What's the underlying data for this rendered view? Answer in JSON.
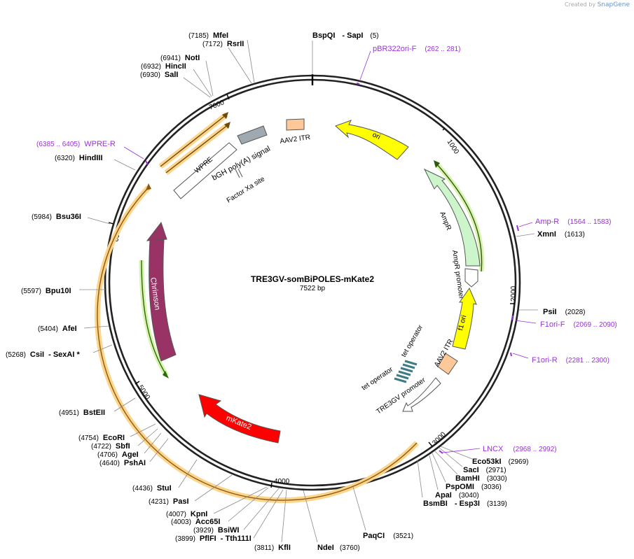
{
  "credit": {
    "created_by": "Created by",
    "brand": "SnapGene"
  },
  "map": {
    "name": "TRE3GV-somBiPOLES-mKate2",
    "length": "7522 bp"
  },
  "tick_labels": [
    "1000",
    "2000",
    "3000",
    "4000",
    "5000",
    "6000",
    "7000"
  ],
  "enzymes": [
    {
      "name": "BspQI",
      "name2": "SapI",
      "pos": "(5)"
    },
    {
      "name": "XmnI",
      "pos": "(1613)"
    },
    {
      "name": "PsiI",
      "pos": "(2028)"
    },
    {
      "name": "Eco53kI",
      "pos": "(2969)"
    },
    {
      "name": "SacI",
      "pos": "(2971)"
    },
    {
      "name": "BamHI",
      "pos": "(3030)"
    },
    {
      "name": "PspOMI",
      "pos": "(3036)"
    },
    {
      "name": "ApaI",
      "pos": "(3040)"
    },
    {
      "name": "BsmBI",
      "name2": "Esp3I",
      "pos": "(3139)"
    },
    {
      "name": "PaqCI",
      "pos": "(3521)"
    },
    {
      "name": "NdeI",
      "pos": "(3760)"
    },
    {
      "name": "KflI",
      "pos": "(3811)"
    },
    {
      "name": "PflFI",
      "name2": "Tth111I",
      "pos": "(3899)"
    },
    {
      "name": "BsiWI",
      "pos": "(3929)"
    },
    {
      "name": "Acc65I",
      "pos": "(4003)"
    },
    {
      "name": "KpnI",
      "pos": "(4007)"
    },
    {
      "name": "PasI",
      "pos": "(4231)"
    },
    {
      "name": "StuI",
      "pos": "(4436)"
    },
    {
      "name": "PshAI",
      "pos": "(4640)"
    },
    {
      "name": "AgeI",
      "pos": "(4706)"
    },
    {
      "name": "SbfI",
      "pos": "(4722)"
    },
    {
      "name": "EcoRI",
      "pos": "(4754)"
    },
    {
      "name": "BstEII",
      "pos": "(4951)"
    },
    {
      "name": "CsiI",
      "name2": "SexAI *",
      "pos": "(5268)"
    },
    {
      "name": "AfeI",
      "pos": "(5404)"
    },
    {
      "name": "Bpu10I",
      "pos": "(5597)"
    },
    {
      "name": "Bsu36I",
      "pos": "(5984)"
    },
    {
      "name": "HindIII",
      "pos": "(6320)"
    },
    {
      "name": "SalI",
      "pos": "(6930)"
    },
    {
      "name": "HincII",
      "pos": "(6932)"
    },
    {
      "name": "NotI",
      "pos": "(6941)"
    },
    {
      "name": "RsrII",
      "pos": "(7172)"
    },
    {
      "name": "MfeI",
      "pos": "(7185)"
    }
  ],
  "primers": [
    {
      "name": "pBR322ori-F",
      "range": "(262 .. 281)"
    },
    {
      "name": "Amp-R",
      "range": "(1564 .. 1583)"
    },
    {
      "name": "F1ori-F",
      "range": "(2069 .. 2090)"
    },
    {
      "name": "F1ori-R",
      "range": "(2281 .. 2300)"
    },
    {
      "name": "LNCX",
      "range": "(2968 .. 2992)"
    },
    {
      "name": "WPRE-R",
      "range": "(6385 .. 6405)"
    }
  ],
  "features": [
    {
      "name": "ori",
      "color": "#ffff00"
    },
    {
      "name": "AmpR",
      "color": "#ccf5cc"
    },
    {
      "name": "AmpR promoter",
      "color": "#ffffff"
    },
    {
      "name": "f1 ori",
      "color": "#ffff00"
    },
    {
      "name": "AAV2 ITR",
      "color": "#ffc899"
    },
    {
      "name": "tet operator",
      "color": "#3d7b85"
    },
    {
      "name": "tet operator",
      "color": "#3d7b85"
    },
    {
      "name": "TRE3GV promoter",
      "color": "#ffffff"
    },
    {
      "name": "mKate2",
      "color": "#ff0000"
    },
    {
      "name": "Chrimson",
      "color": "#993366"
    },
    {
      "name": "WPRE",
      "color": "#ffffff"
    },
    {
      "name": "bGH poly(A) signal",
      "color": "#a0a8b0"
    },
    {
      "name": "AAV2 ITR",
      "color": "#ffc899"
    },
    {
      "name": "Factor Xa site",
      "color": "#ffffff"
    }
  ],
  "colors": {
    "orf_halo": "#fcd48a",
    "primer": "#9b30d8",
    "backbone": "#222222"
  }
}
